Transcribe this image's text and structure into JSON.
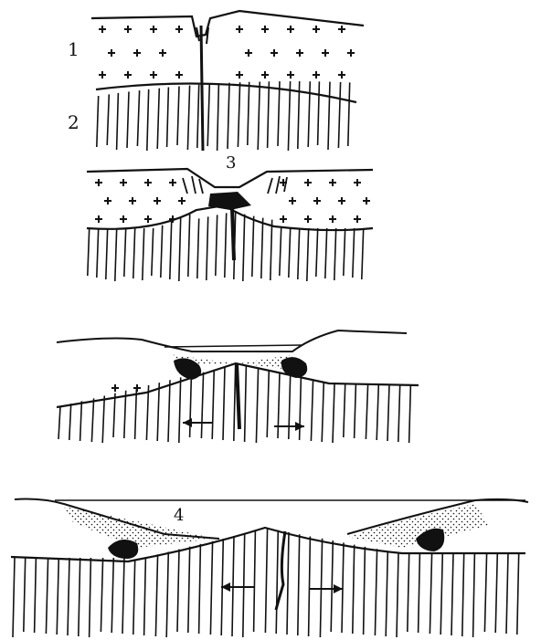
{
  "labels": {
    "one": "1",
    "two": "2",
    "three": "3",
    "four": "4"
  },
  "colors": {
    "ink": "#111111",
    "paper": "#ffffff"
  },
  "stages": [
    {
      "id": "stage-1",
      "arrows": false
    },
    {
      "id": "stage-2",
      "arrows": false
    },
    {
      "id": "stage-3",
      "arrows": true
    },
    {
      "id": "stage-4",
      "arrows": true
    }
  ]
}
